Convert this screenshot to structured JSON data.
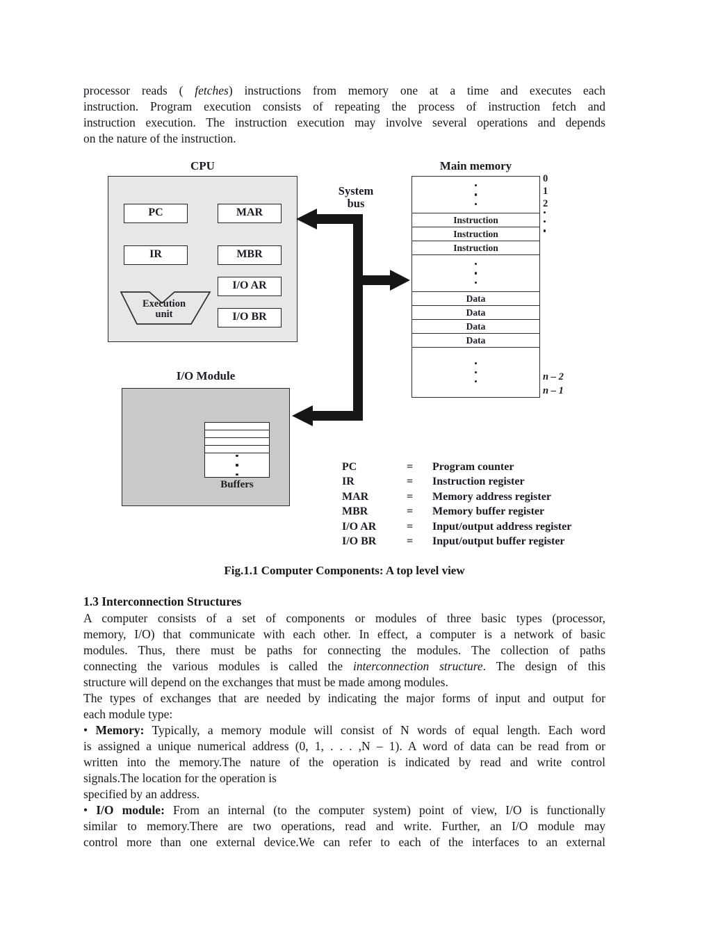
{
  "intro": {
    "lines": [
      {
        "j": 1,
        "segs": [
          {
            "t": "processor reads ( "
          },
          {
            "t": "fetches",
            "i": 1
          },
          {
            "t": ") instructions from memory one at a time and executes each"
          }
        ]
      },
      {
        "j": 1,
        "segs": [
          {
            "t": "instruction. Program execution consists of repeating the process of instruction fetch and"
          }
        ]
      },
      {
        "j": 1,
        "segs": [
          {
            "t": "instruction execution. The instruction execution may involve several operations and depends"
          }
        ]
      },
      {
        "j": 0,
        "segs": [
          {
            "t": "on the nature of the instruction."
          }
        ]
      }
    ]
  },
  "figure": {
    "cpu": {
      "title": "CPU",
      "registers": {
        "pc": "PC",
        "mar": "MAR",
        "ir": "IR",
        "mbr": "MBR",
        "ioar": "I/O AR",
        "iobr": "I/O BR"
      },
      "execution_unit_line1": "Execution",
      "execution_unit_line2": "unit"
    },
    "system_bus": {
      "line1": "System",
      "line2": "bus"
    },
    "memory": {
      "title": "Main memory",
      "rows": [
        {
          "kind": "dots-mid",
          "label": ""
        },
        {
          "kind": "cell",
          "label": "Instruction"
        },
        {
          "kind": "cell",
          "label": "Instruction"
        },
        {
          "kind": "cell",
          "label": "Instruction"
        },
        {
          "kind": "dots-mid",
          "label": ""
        },
        {
          "kind": "cell",
          "label": "Data"
        },
        {
          "kind": "cell",
          "label": "Data"
        },
        {
          "kind": "cell",
          "label": "Data"
        },
        {
          "kind": "cell",
          "label": "Data"
        },
        {
          "kind": "dots-end",
          "label": ""
        }
      ],
      "addresses_top": [
        "0",
        "1",
        "2"
      ],
      "addresses_bottom": [
        "n – 2",
        "n – 1"
      ]
    },
    "io_module": {
      "title": "I/O Module",
      "buffers_label": "Buffers"
    },
    "legend": {
      "rows": [
        {
          "abbr": "PC",
          "eq": "=",
          "desc": "Program counter"
        },
        {
          "abbr": "IR",
          "eq": "=",
          "desc": "Instruction register"
        },
        {
          "abbr": "MAR",
          "eq": "=",
          "desc": "Memory address register"
        },
        {
          "abbr": "MBR",
          "eq": "=",
          "desc": "Memory buffer register"
        },
        {
          "abbr": "I/O AR",
          "eq": "=",
          "desc": "Input/output address register"
        },
        {
          "abbr": "I/O BR",
          "eq": "=",
          "desc": "Input/output buffer register"
        }
      ]
    },
    "caption": "Fig.1.1 Computer Components: A top level view"
  },
  "section": {
    "heading": "1.3 Interconnection Structures",
    "lines": [
      {
        "j": 1,
        "segs": [
          {
            "t": "A computer consists of a set of components or modules of three basic types (processor,"
          }
        ]
      },
      {
        "j": 1,
        "segs": [
          {
            "t": "memory, I/O) that communicate with each other. In effect, a computer is a network of basic"
          }
        ]
      },
      {
        "j": 1,
        "segs": [
          {
            "t": "modules. Thus, there must be paths for connecting the modules. The collection of paths"
          }
        ]
      },
      {
        "j": 1,
        "segs": [
          {
            "t": "connecting the various modules is called the "
          },
          {
            "t": "interconnection structure",
            "i": 1
          },
          {
            "t": ". The design of this"
          }
        ]
      },
      {
        "j": 0,
        "segs": [
          {
            "t": "structure will depend on the exchanges that must be made among modules."
          }
        ]
      },
      {
        "j": 1,
        "segs": [
          {
            "t": "The types of exchanges that are needed by indicating the major forms of input and output for"
          }
        ]
      },
      {
        "j": 0,
        "segs": [
          {
            "t": "each module type:"
          }
        ]
      },
      {
        "j": 1,
        "segs": [
          {
            "t": "• "
          },
          {
            "t": "Memory:",
            "b": 1
          },
          {
            "t": " Typically, a memory module will consist of N words of equal length. Each word"
          }
        ]
      },
      {
        "j": 1,
        "segs": [
          {
            "t": "is assigned a unique numerical address (0, 1, . . . ,N – 1). A word of data can be read from or"
          }
        ]
      },
      {
        "j": 1,
        "segs": [
          {
            "t": "written into the memory.The nature of the operation is indicated by read and write control"
          }
        ]
      },
      {
        "j": 0,
        "segs": [
          {
            "t": "signals.The location for the operation is"
          }
        ]
      },
      {
        "j": 0,
        "segs": [
          {
            "t": "specified by an address."
          }
        ]
      },
      {
        "j": 1,
        "segs": [
          {
            "t": "• "
          },
          {
            "t": "I/O module:",
            "b": 1
          },
          {
            "t": " From an internal (to the computer system) point of view, I/O is functionally"
          }
        ]
      },
      {
        "j": 1,
        "segs": [
          {
            "t": "similar to memory.There are two operations, read and write. Further, an I/O module may"
          }
        ]
      },
      {
        "j": 1,
        "segs": [
          {
            "t": "control more than one external device.We can refer to each of the interfaces to an external"
          }
        ]
      }
    ]
  }
}
